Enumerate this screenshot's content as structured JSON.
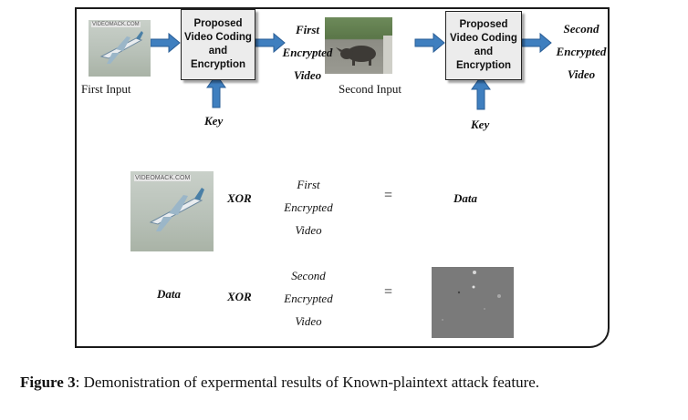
{
  "diagram": {
    "box_label": "Proposed Video Coding and Encryption",
    "key_label": "Key",
    "first_input_label": "First Input",
    "second_input_label": "Second Input",
    "first_encrypted_label": "First Encrypted Video",
    "second_encrypted_label": "Second Encrypted Video",
    "thumbnail_watermark": "VIDEOMACK.COM",
    "xor_label": "XOR",
    "equals_sign": "=",
    "data_label": "Data"
  },
  "caption": {
    "prefix": "Figure 3",
    "text": ": Demonistration of expermental results  of Known-plaintext attack feature."
  },
  "colors": {
    "arrow": "#3f7fbf",
    "frame": "#1a1a1a",
    "box_fill": "#ececec",
    "noise_gray": "#7a7a7a"
  }
}
